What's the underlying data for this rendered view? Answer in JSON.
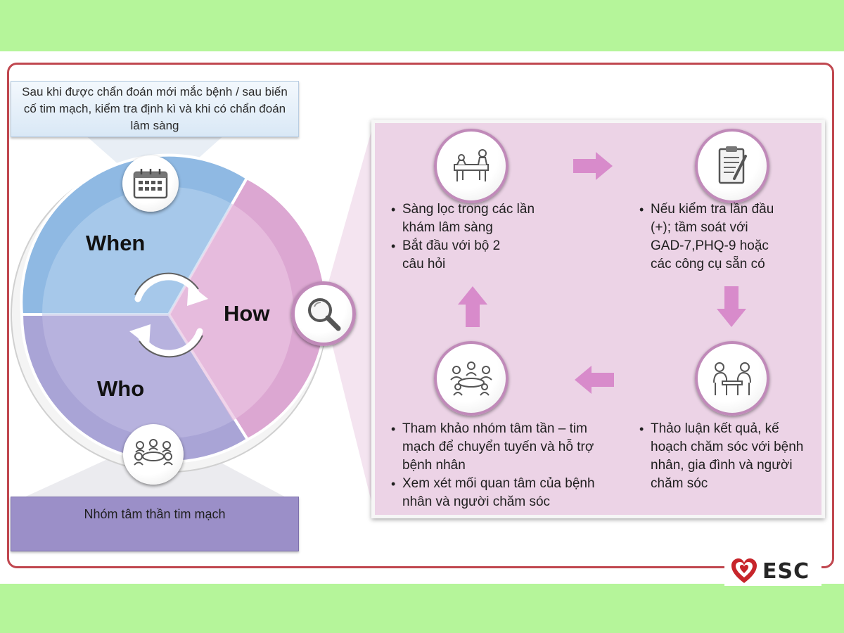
{
  "wheel": {
    "when_label": "When",
    "how_label": "How",
    "who_label": "Who"
  },
  "when_box": {
    "text": "Sau khi được chẩn đoán mới mắc bệnh / sau biến cố tim mạch, kiểm tra định kì và khi có chẩn đoán lâm sàng"
  },
  "who_box": {
    "text": "Nhóm tâm thần tim mạch"
  },
  "steps": [
    {
      "icon": "consultation-icon",
      "bullets": [
        "Sàng lọc trong các lần khám lâm sàng",
        "Bắt đầu với bộ 2 câu hỏi"
      ]
    },
    {
      "icon": "clipboard-icon",
      "bullets": [
        "Nếu kiểm tra lần đầu (+); tầm soát với GAD-7,PHQ-9 hoặc các công cụ sẵn có"
      ]
    },
    {
      "icon": "meeting-icon",
      "bullets": [
        "Thảo luận kết quả, kế hoạch chăm sóc với bệnh nhân, gia đình và người chăm sóc"
      ]
    },
    {
      "icon": "team-icon",
      "bullets": [
        "Tham khảo nhóm tâm tần – tim mạch để chuyển tuyến và hỗ trợ bệnh nhân",
        "Xem xét mối quan tâm của bệnh nhân và người chăm sóc"
      ]
    }
  ],
  "logo": {
    "text": "ESC",
    "icon": "heart-logo-icon"
  },
  "colors": {
    "when": "#8fb9e3",
    "how": "#dca7d2",
    "who": "#a9a4d6",
    "panel": "#ecd3e6",
    "arrow": "#d88bcb",
    "frame": "#c0474f",
    "background": "#b5f59a"
  }
}
